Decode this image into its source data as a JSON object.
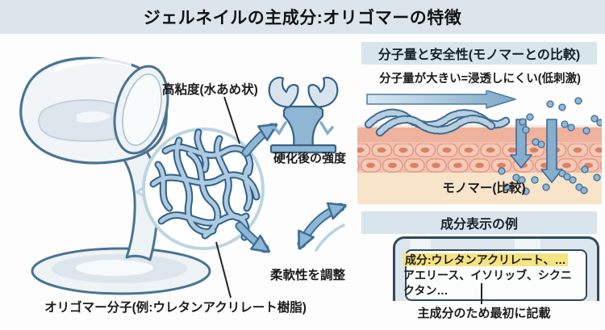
{
  "title": "ジェルネイルの主成分:オリゴマーの特徴",
  "left_illustration": {
    "viscosity_label": "高粘度(水あめ状)",
    "strength_label": "硬化後の強度",
    "flexibility_label": "柔軟性を調整",
    "caption": "オリゴマー分子(例:ウレタンアクリレート樹脂)"
  },
  "molecular_panel": {
    "header": "分子量と安全性(モノマーとの比較)",
    "subtitle": "分子量が大きい=浸透しにくい(低刺激)",
    "monomer_label": "モノマー(比較)"
  },
  "ingredient_panel": {
    "header": "成分表示の例",
    "line1_highlighted": "成分:ウレタンアクリレート、…",
    "line2": "アエリース、イソリッブ、シクニ",
    "line3": "クタン…",
    "note": "主成分のため最初に記載"
  },
  "icons": {
    "strength": "flexed-arms-pedestal-icon",
    "flexibility": "curved-double-arrow-icon",
    "penetration": "down-arrows-icon",
    "magnifier": "zoom-circle-callout-icon"
  },
  "colors": {
    "title_band": "#dce6ea",
    "panel_header_bg": "#d9e5ec",
    "arrow_blue": "#8fb6d2",
    "arrow_outline": "#3e6f9a",
    "chain_fill": "#aecadd",
    "chain_outline": "#3f6b94",
    "skin_surface": "#efb29c",
    "skin_cells": "#f6c9b8",
    "skin_deep": "#f8e4c9",
    "highlight_yellow": "#f6e381",
    "text": "#1c1c1c"
  }
}
